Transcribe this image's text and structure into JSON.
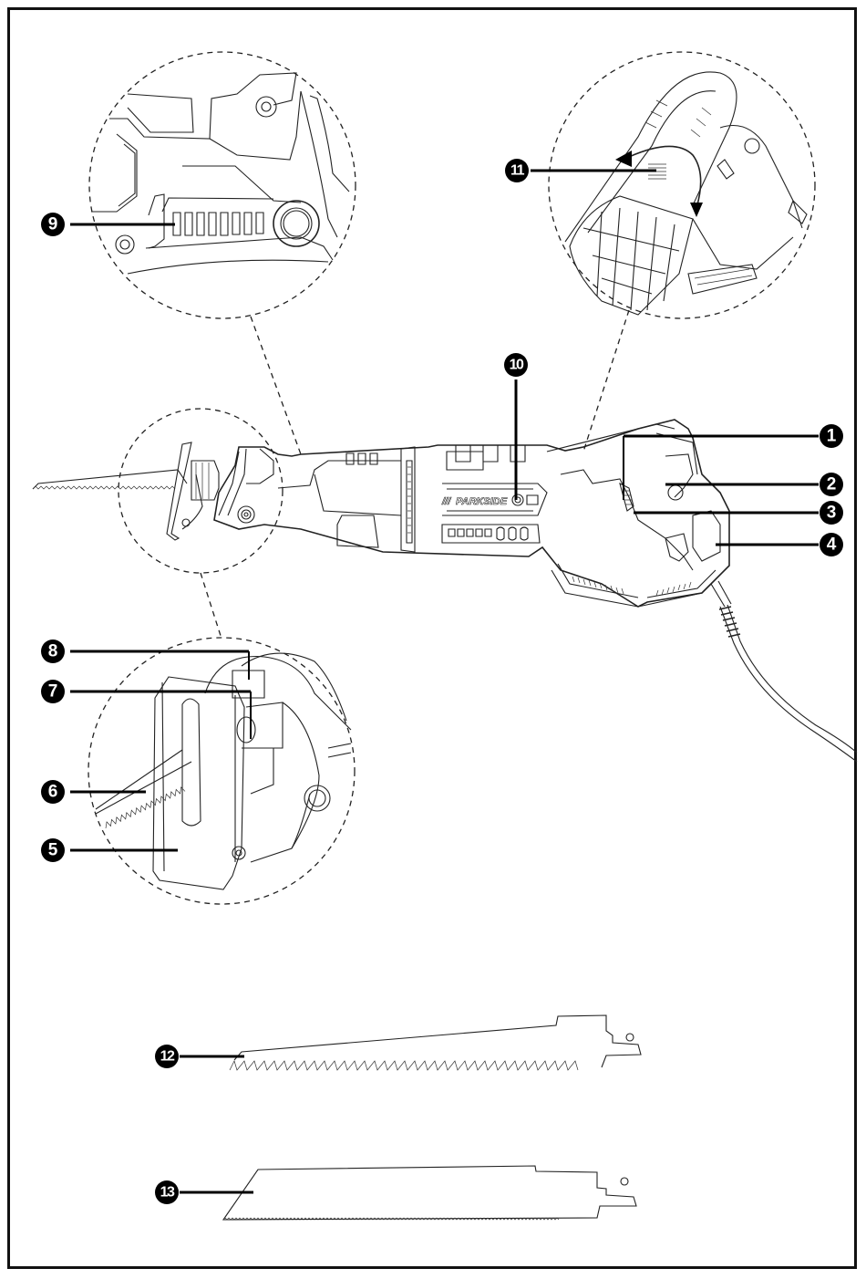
{
  "figure": {
    "subject": "reciprocating saw",
    "brand_text": "PARKSIDE",
    "brand_prefix": "///",
    "detail_views": [
      {
        "id": "detail-top-left",
        "shows": "ventilation slots"
      },
      {
        "id": "detail-top-right",
        "shows": "rotating handle"
      },
      {
        "id": "detail-blade-clamp",
        "shows": "blade clamp and shoe"
      }
    ],
    "callouts": [
      {
        "number": "1"
      },
      {
        "number": "2"
      },
      {
        "number": "3"
      },
      {
        "number": "4"
      },
      {
        "number": "5"
      },
      {
        "number": "6"
      },
      {
        "number": "7"
      },
      {
        "number": "8"
      },
      {
        "number": "9"
      },
      {
        "number": "10"
      },
      {
        "number": "11"
      },
      {
        "number": "12"
      },
      {
        "number": "13"
      }
    ],
    "accessories": [
      {
        "callout": "12",
        "shows": "coarse-tooth saw blade"
      },
      {
        "callout": "13",
        "shows": "fine-tooth saw blade"
      }
    ]
  },
  "colors": {
    "line": "#222222",
    "badge": "#000000",
    "badge_text": "#ffffff",
    "background": "#ffffff"
  }
}
